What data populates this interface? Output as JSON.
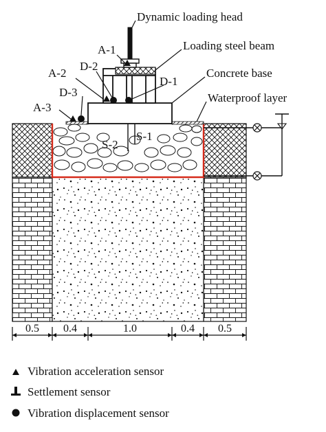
{
  "labels": {
    "head": "Dynamic loading head",
    "beam": "Loading steel beam",
    "base": "Concrete base",
    "waterproof": "Waterproof layer"
  },
  "sensors": {
    "a1": "A-1",
    "a2": "A-2",
    "a3": "A-3",
    "d1": "D-1",
    "d2": "D-2",
    "d3": "D-3",
    "s1": "S-1",
    "s2": "S-2"
  },
  "dimensions": [
    "0.5",
    "0.4",
    "1.0",
    "0.4",
    "0.5"
  ],
  "legend": [
    {
      "icon": "triangle-icon",
      "text": "Vibration acceleration sensor"
    },
    {
      "icon": "settlement-icon",
      "text": "Settlement sensor"
    },
    {
      "icon": "circle-icon",
      "text": "Vibration displacement sensor"
    }
  ],
  "colors": {
    "outline": "#111111",
    "red_boundary": "#d62a1a"
  }
}
